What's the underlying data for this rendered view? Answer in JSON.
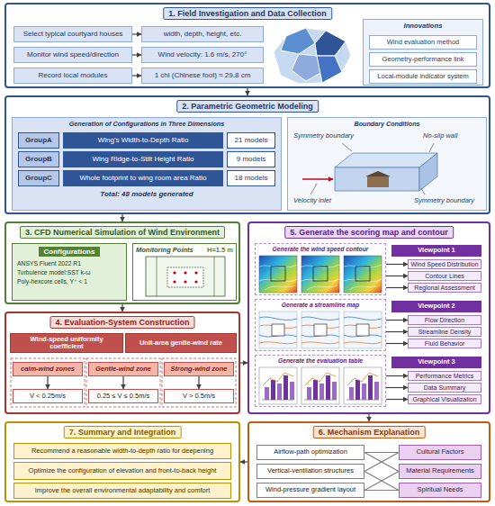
{
  "diagram": {
    "nodes": [
      {
        "text": [
          "1. Field Investigation and Data Collection"
        ]
      },
      {
        "text": [
          "Select typical courtyard houses"
        ],
        "in": 0
      },
      {
        "text": [
          "width, depth, height, etc."
        ],
        "in": 0
      },
      {
        "text": [
          "Monitor wind speed/direction"
        ],
        "in": 0
      },
      {
        "text": [
          "Wind velocity: 1.6 m/s, 270°"
        ],
        "in": 0
      },
      {
        "text": [
          "Record local modules"
        ],
        "in": 0
      },
      {
        "text": [
          "1 chi (Chinese foot) ≈ 29.8 cm"
        ],
        "in": 0
      },
      {
        "text": [
          "Innovations"
        ],
        "in": 0
      },
      {
        "text": [
          "Wind evaluation method"
        ],
        "in": 7
      },
      {
        "text": [
          "Geometry-performance link"
        ],
        "in": 7
      },
      {
        "text": [
          "Local-module indicator system"
        ],
        "in": 7
      },
      {
        "text": [
          "2. Parametric Geometric Modeling"
        ]
      },
      {
        "text": [
          "Generation of Configurations in Three Dimensions"
        ],
        "in": 11
      },
      {
        "text": [
          "GroupA"
        ],
        "in": 12
      },
      {
        "text": [
          "Wing's Width-to-Depth Ratio"
        ],
        "in": 12
      },
      {
        "text": [
          "21 models"
        ],
        "in": 12
      },
      {
        "text": [
          "GroupB"
        ],
        "in": 12
      },
      {
        "text": [
          "Wing Ridge-to-Stilt Height Ratio"
        ],
        "in": 12
      },
      {
        "text": [
          "9 models"
        ],
        "in": 12
      },
      {
        "text": [
          "GroupC"
        ],
        "in": 12
      },
      {
        "text": [
          "Whole footprint to wing room area Ratio"
        ],
        "in": 12
      },
      {
        "text": [
          "18 models"
        ],
        "in": 12
      },
      {
        "text": [
          "Boundary Conditions"
        ],
        "in": 11
      },
      {
        "text": [
          "3. CFD Numerical Simulation of Wind Environment"
        ]
      },
      {
        "text": [
          "Configurations",
          "ANSYS Fluent 2022 R1",
          "Turbulence model:SST k-ω",
          "Poly-hexcore cells, Y⁺ < 1"
        ],
        "in": 23
      },
      {
        "text": [
          "Monitoring Points",
          "H=1.5 m"
        ],
        "in": 23
      },
      {
        "text": [
          "4. Evaluation-System Construction"
        ]
      },
      {
        "text": [
          "Wind-speed uniformity coefficient"
        ],
        "in": 26
      },
      {
        "text": [
          "Unit-area gentle-wind rate"
        ],
        "in": 26
      },
      {
        "text": [
          "calm-wind zones"
        ],
        "in": 26
      },
      {
        "text": [
          "V < 0.25m/s"
        ],
        "in": 26
      },
      {
        "text": [
          "Gentle-wind zone"
        ],
        "in": 26
      },
      {
        "text": [
          "0.25 ≤ V ≤ 0.5m/s"
        ],
        "in": 26
      },
      {
        "text": [
          "Strong-wind zone"
        ],
        "in": 26
      },
      {
        "text": [
          "V > 0.5m/s"
        ],
        "in": 26
      },
      {
        "text": [
          "5. Generate the scoring map and contour"
        ]
      },
      {
        "text": [
          "Generate the wind speed contour"
        ],
        "in": 35
      },
      {
        "text": [
          "Viewpoint 1"
        ],
        "in": 35
      },
      {
        "text": [
          "Wind Speed Distribution"
        ],
        "in": 35
      },
      {
        "text": [
          "Contour Lines"
        ],
        "in": 35
      },
      {
        "text": [
          "Regional Assessment"
        ],
        "in": 35
      },
      {
        "text": [
          "Generate a streamline map"
        ],
        "in": 35
      },
      {
        "text": [
          "Viewpoint 2"
        ],
        "in": 35
      },
      {
        "text": [
          "Flow Direction"
        ],
        "in": 35
      },
      {
        "text": [
          "Streamline Density"
        ],
        "in": 35
      },
      {
        "text": [
          "Fluid Behavior"
        ],
        "in": 35
      },
      {
        "text": [
          "Generate the evaluation table"
        ],
        "in": 35
      },
      {
        "text": [
          "Viewpoint 3"
        ],
        "in": 35
      },
      {
        "text": [
          "Performance Metrics"
        ],
        "in": 35
      },
      {
        "text": [
          "Data Summary"
        ],
        "in": 35
      },
      {
        "text": [
          "Graphical Visualization"
        ],
        "in": 35
      },
      {
        "text": [
          "6. Mechanism Explanation"
        ]
      },
      {
        "text": [
          "Airflow-path optimization"
        ],
        "in": 51
      },
      {
        "text": [
          "Vertical-ventilation structures"
        ],
        "in": 51
      },
      {
        "text": [
          "Wind-pressure gradient layout"
        ],
        "in": 51
      },
      {
        "text": [
          "Cultural Factors"
        ],
        "in": 51
      },
      {
        "text": [
          "Material Requirements"
        ],
        "in": 51
      },
      {
        "text": [
          "Spiritual Needs"
        ],
        "in": 51
      },
      {
        "text": [
          "7. Summary and Integration"
        ]
      },
      {
        "text": [
          "Recommend a reasonable width-to-depth ratio for deepening"
        ],
        "in": 58
      },
      {
        "text": [
          "Optimize the configuration of elevation and front-to-back height"
        ],
        "in": 58
      },
      {
        "text": [
          "Improve the overall environmental adaptability and comfort"
        ],
        "in": 58
      }
    ],
    "edges": [
      {
        "from": 1,
        "to": 2,
        "arrow": "to"
      },
      {
        "from": 3,
        "to": 4,
        "arrow": "to"
      },
      {
        "from": 5,
        "to": 6,
        "arrow": "to"
      },
      {
        "from": 0,
        "to": 11,
        "arrow": "to"
      },
      {
        "from": 11,
        "to": 23,
        "arrow": "to"
      },
      {
        "from": 23,
        "to": 26,
        "arrow": "to"
      },
      {
        "from": 29,
        "to": 30,
        "arrow": "to"
      },
      {
        "from": 31,
        "to": 32,
        "arrow": "to"
      },
      {
        "from": 33,
        "to": 34,
        "arrow": "to"
      },
      {
        "from": 26,
        "to": 35,
        "arrow": "to"
      },
      {
        "from": 36,
        "to": 38,
        "arrow": "to"
      },
      {
        "from": 36,
        "to": 39,
        "arrow": "to"
      },
      {
        "from": 36,
        "to": 40,
        "arrow": "to"
      },
      {
        "from": 41,
        "to": 43,
        "arrow": "to"
      },
      {
        "from": 41,
        "to": 44,
        "arrow": "to"
      },
      {
        "from": 41,
        "to": 45,
        "arrow": "to"
      },
      {
        "from": 46,
        "to": 48,
        "arrow": "to"
      },
      {
        "from": 46,
        "to": 49,
        "arrow": "to"
      },
      {
        "from": 46,
        "to": 50,
        "arrow": "to"
      },
      {
        "from": 35,
        "to": 51,
        "arrow": "to"
      },
      {
        "from": 51,
        "to": 58,
        "arrow": "to"
      },
      {
        "from": 52,
        "to": 55,
        "arrow": "none"
      },
      {
        "from": 52,
        "to": 56,
        "arrow": "none"
      },
      {
        "from": 53,
        "to": 55,
        "arrow": "none"
      },
      {
        "from": 53,
        "to": 57,
        "arrow": "none"
      },
      {
        "from": 54,
        "to": 56,
        "arrow": "none"
      },
      {
        "from": 54,
        "to": 57,
        "arrow": "none"
      }
    ],
    "labels": [
      "Total: 48 models generated",
      "Symmetry boundary",
      "No-slip wall",
      "Velocity inlet",
      "Symmetry boundary"
    ]
  }
}
